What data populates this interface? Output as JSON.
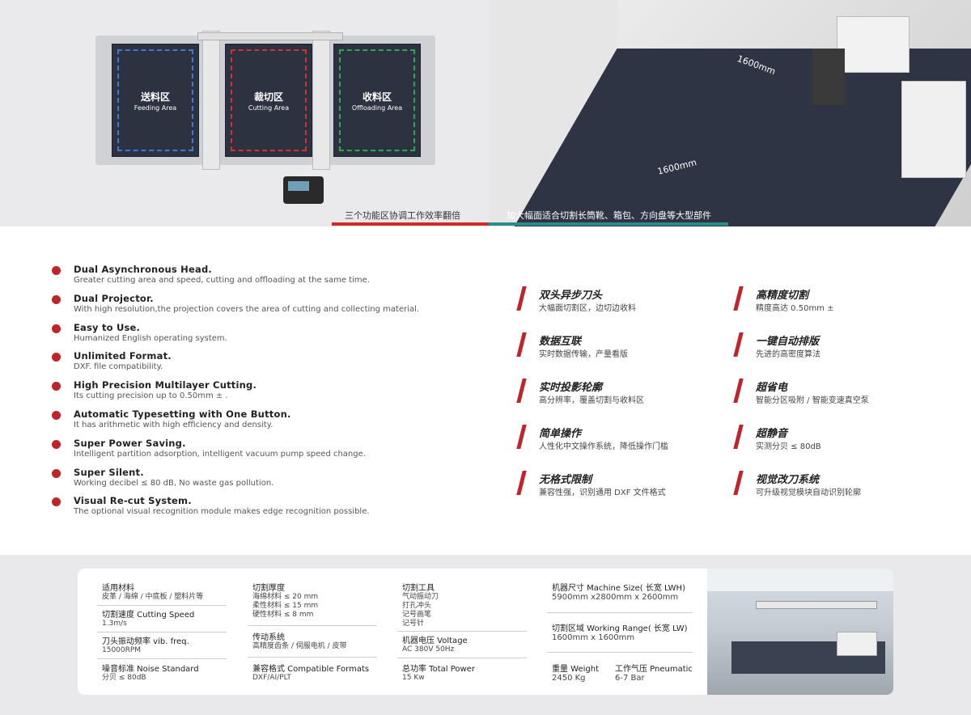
{
  "top_left": {
    "zones": [
      {
        "cn": "送料区",
        "en": "Feeding Area",
        "color": "#3a7bd5"
      },
      {
        "cn": "裁切区",
        "en": "Cutting Area",
        "color": "#d63030"
      },
      {
        "cn": "收料区",
        "en": "Offloading Area",
        "color": "#2fa84f"
      }
    ],
    "caption": "三个功能区协调工作效率翻倍"
  },
  "top_right": {
    "dim_top": "1600mm",
    "dim_bottom": "1600mm",
    "caption": "加大幅面适合切割长筒靴、箱包、方向盘等大型部件"
  },
  "features": [
    {
      "title": "Dual Asynchronous Head.",
      "desc": "Greater cutting area and speed, cutting and offloading at the same time."
    },
    {
      "title": "Dual Projector.",
      "desc": "With high resolution,the projection covers the area of cutting and collecting material."
    },
    {
      "title": "Easy to Use.",
      "desc": "Humanized English operating system."
    },
    {
      "title": "Unlimited Format.",
      "desc": "DXF. file compatibility."
    },
    {
      "title": "High Precision Multilayer Cutting.",
      "desc": "Its cutting precision up to 0.50mm ± ."
    },
    {
      "title": "Automatic Typesetting with One Button.",
      "desc": "It has arithmetic with high efficiency and density."
    },
    {
      "title": "Super Power Saving.",
      "desc": "Intelligent partition adsorption, intelligent vacuum pump speed change."
    },
    {
      "title": "Super Silent.",
      "desc": "Working decibel ≤ 80 dB, No waste gas pollution."
    },
    {
      "title": "Visual Re-cut System.",
      "desc": "The optional visual recognition module makes edge recognition possible."
    }
  ],
  "cn_left": [
    {
      "title": "双头异步刀头",
      "desc": "大幅面切割区，边切边收料"
    },
    {
      "title": "数据互联",
      "desc": "实时数据传输，产量看版"
    },
    {
      "title": "实时投影轮廓",
      "desc": "高分辨率，覆盖切割与收料区"
    },
    {
      "title": "简单操作",
      "desc": "人性化中文操作系统，降低操作门槛"
    },
    {
      "title": "无格式限制",
      "desc": "兼容性强，识别通用 DXF 文件格式"
    }
  ],
  "cn_right": [
    {
      "title": "高精度切割",
      "desc": "精度高达 0.50mm ±"
    },
    {
      "title": "一键自动排版",
      "desc": "先进的高密度算法"
    },
    {
      "title": "超省电",
      "desc": "智能分区吸附 / 智能变速真空泵"
    },
    {
      "title": "超静音",
      "desc": "实测分贝 ≤ 80dB"
    },
    {
      "title": "视觉改刀系统",
      "desc": "可升级视觉模块自动识别轮廓"
    }
  ],
  "specs": {
    "materials_label": "适用材料",
    "materials_value": "皮革 / 海绵 / 中底板 / 塑料片等",
    "speed_label": "切割速度 Cutting Speed",
    "speed_value": "1.3m/s",
    "freq_label": "刀头振动频率 vib. freq.",
    "freq_value": "15000RPM",
    "noise_label": "噪音标准 Noise Standard",
    "noise_value": "分贝 ≤ 80dB",
    "thickness_label": "切割厚度",
    "thickness_1": "海绵材料 ≤ 20 mm",
    "thickness_2": "柔性材料 ≤ 15 mm",
    "thickness_3": "硬性材料 ≤ 8   mm",
    "drive_label": "传动系统",
    "drive_value": "高精度齿条 / 伺服电机 / 皮带",
    "formats_label": "兼容格式 Compatible Formats",
    "formats_value": "DXF/AI/PLT",
    "tools_label": "切割工具",
    "tools_1": "气动振动刀",
    "tools_2": "打孔冲头",
    "tools_3": "记号画笔",
    "tools_4": "记号针",
    "voltage_label": "机器电压 Voltage",
    "voltage_value": "AC 380V 50Hz",
    "power_label": "总功率 Total Power",
    "power_value": "15 Kw",
    "size_label": "机器尺寸 Machine Size( 长宽 LWH)",
    "size_value": "5900mm x2800mm x 2600mm",
    "range_label": "切割区域 Working Range( 长宽 LW)",
    "range_value": "1600mm x 1600mm",
    "weight_label": "重量 Weight",
    "weight_value": "2450 Kg",
    "pressure_label": "工作气压 Pneumatic",
    "pressure_value": "6-7 Bar"
  }
}
